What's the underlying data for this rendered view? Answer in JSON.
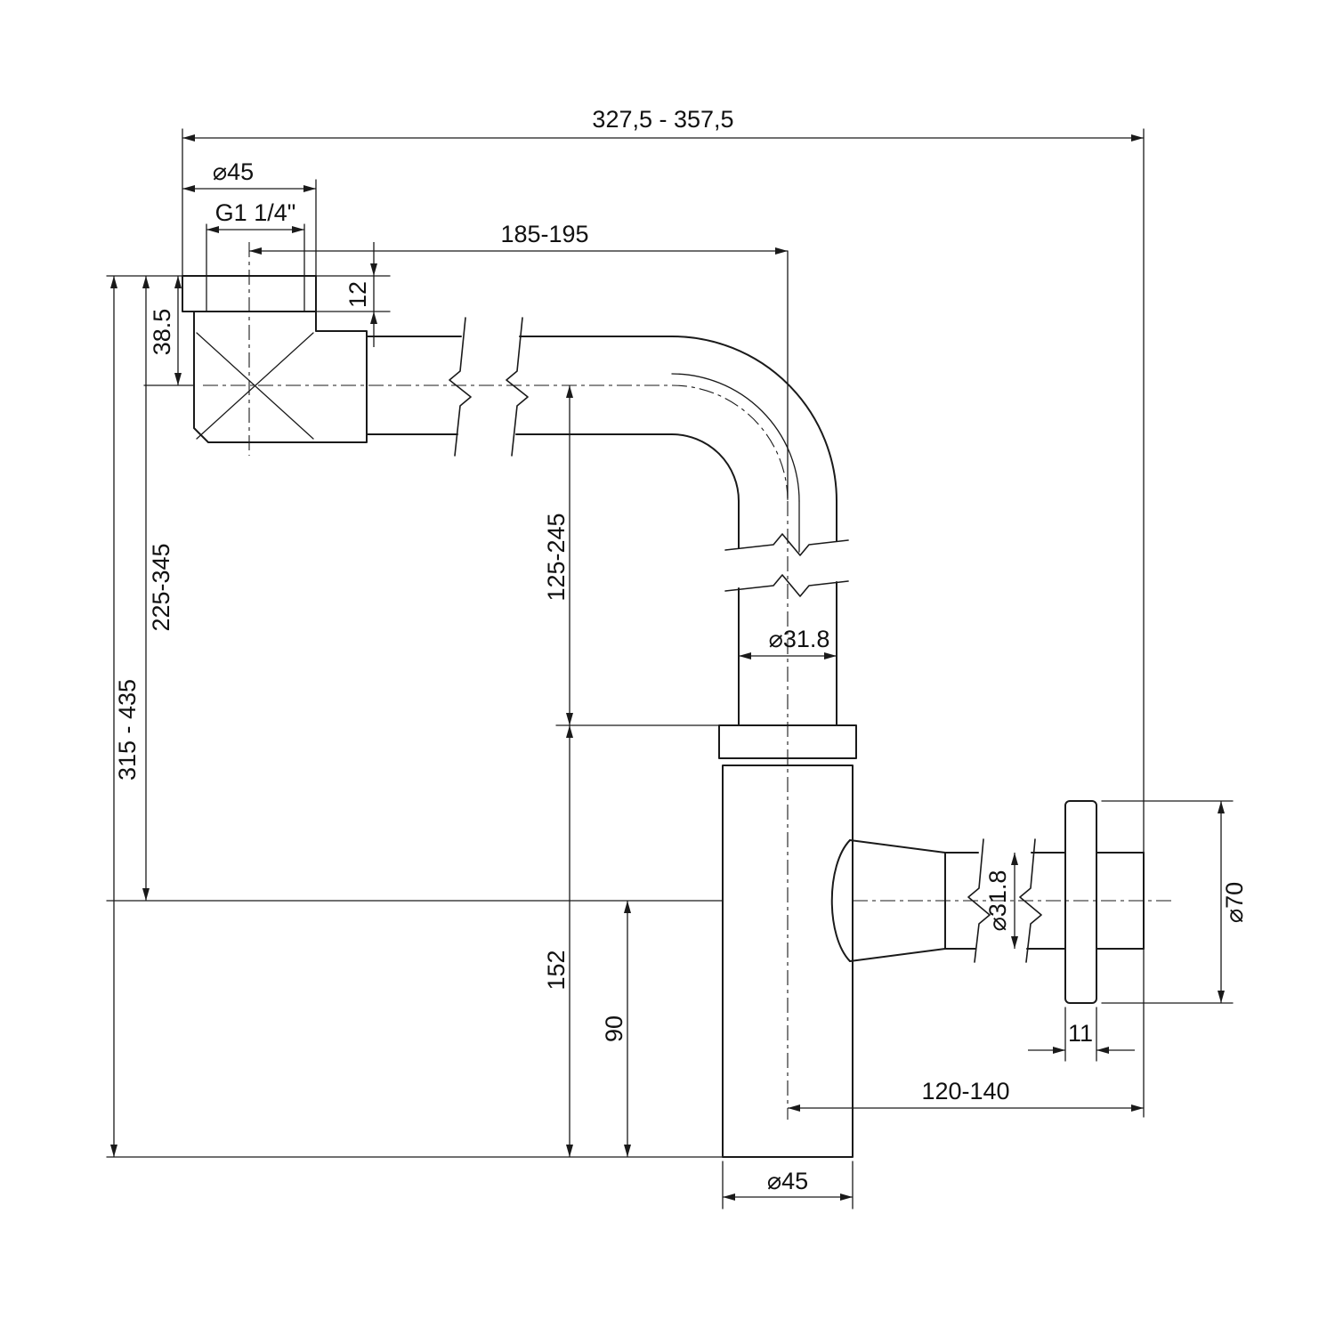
{
  "drawing": {
    "title": "siphon-dimensional-drawing",
    "dims": {
      "total_width": "327,5 - 357,5",
      "inlet_flange_dia": "⌀45",
      "inlet_thread": "G1 1/4\"",
      "horizontal_offset": "185-195",
      "flange_height": "12",
      "inlet_depth": "38.5",
      "height_to_outlet_center": "225-345",
      "total_height": "315 - 435",
      "tube_length": "125-245",
      "tube_dia": "⌀31.8",
      "body_height": "152",
      "outlet_center_height": "90",
      "outlet_tube_dia": "⌀31.8",
      "wall_flange_dia": "⌀70",
      "wall_flange_thickness": "11",
      "outlet_length": "120-140",
      "body_dia": "⌀45"
    }
  }
}
